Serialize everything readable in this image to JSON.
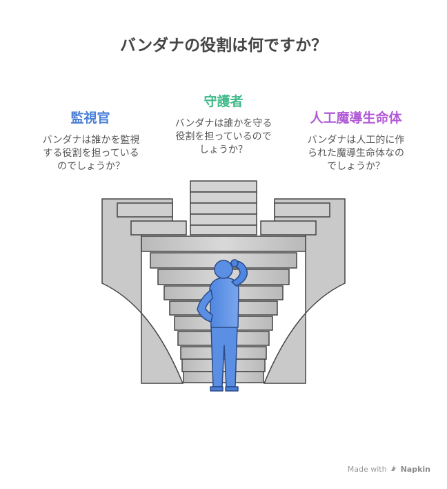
{
  "title": "バンダナの役割は何ですか？",
  "options": [
    {
      "title": "監視官",
      "desc_lines": [
        "バンダナは誰かを監視",
        "する役割を担っている",
        "のでしょうか？"
      ],
      "color": "#4a7fd6"
    },
    {
      "title": "守護者",
      "desc_lines": [
        "バンダナは誰かを守る",
        "役割を担っているので",
        "しょうか？"
      ],
      "color": "#3fb98a"
    },
    {
      "title": "人工魔導生命体",
      "desc_lines": [
        "バンダナは人工的に作",
        "られた魔導生命体なの",
        "でしょうか？"
      ],
      "color": "#b15ad6"
    }
  ],
  "footer": {
    "made_with": "Made with",
    "brand": "Napkin",
    "icon": "napkin-logo-icon"
  },
  "illustration": {
    "figure": "person-thinking",
    "structure": "branching-staircase"
  }
}
